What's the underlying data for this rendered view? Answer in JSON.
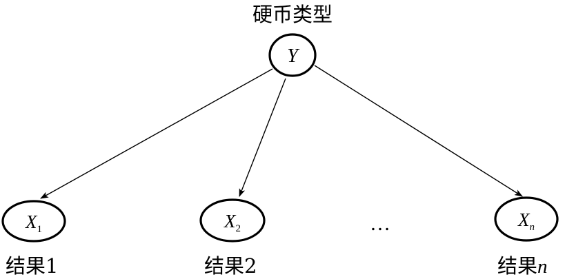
{
  "root": {
    "label": "硬币类型",
    "var": "Y"
  },
  "children": [
    {
      "var": "X",
      "sub": "1",
      "label_prefix": "结果",
      "label_suffix": "1"
    },
    {
      "var": "X",
      "sub": "2",
      "label_prefix": "结果",
      "label_suffix": "2"
    },
    {
      "var": "X",
      "sub": "n",
      "label_prefix": "结果",
      "label_suffix": "n"
    }
  ],
  "ellipsis": "…",
  "colors": {
    "stroke": "#000000",
    "background": "#ffffff"
  }
}
